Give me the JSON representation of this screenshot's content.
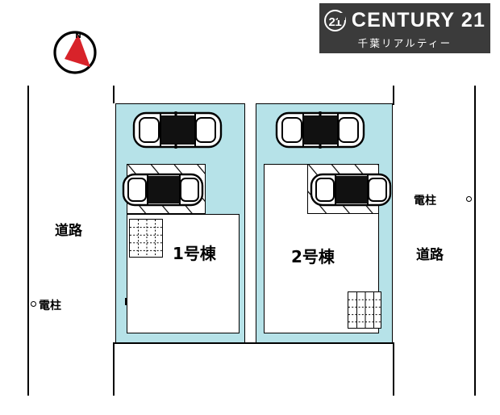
{
  "brand": {
    "mark_text": "21",
    "wordmark": "CENTURY 21",
    "subtitle": "千葉リアルティー",
    "bg_color": "#3b3b3b",
    "text_color": "#ffffff"
  },
  "compass": {
    "label": "N",
    "needle_color": "#d8232a",
    "ring_color": "#000000"
  },
  "site": {
    "lot_fill_color": "#b6e2e8",
    "line_color": "#000000",
    "building_fill_color": "#ffffff"
  },
  "buildings": [
    {
      "id": "building-1",
      "label": "1号棟"
    },
    {
      "id": "building-2",
      "label": "2号棟"
    }
  ],
  "map_labels": {
    "road_left": "道路",
    "road_right": "道路",
    "pole_left": "電柱",
    "pole_right": "電柱"
  }
}
